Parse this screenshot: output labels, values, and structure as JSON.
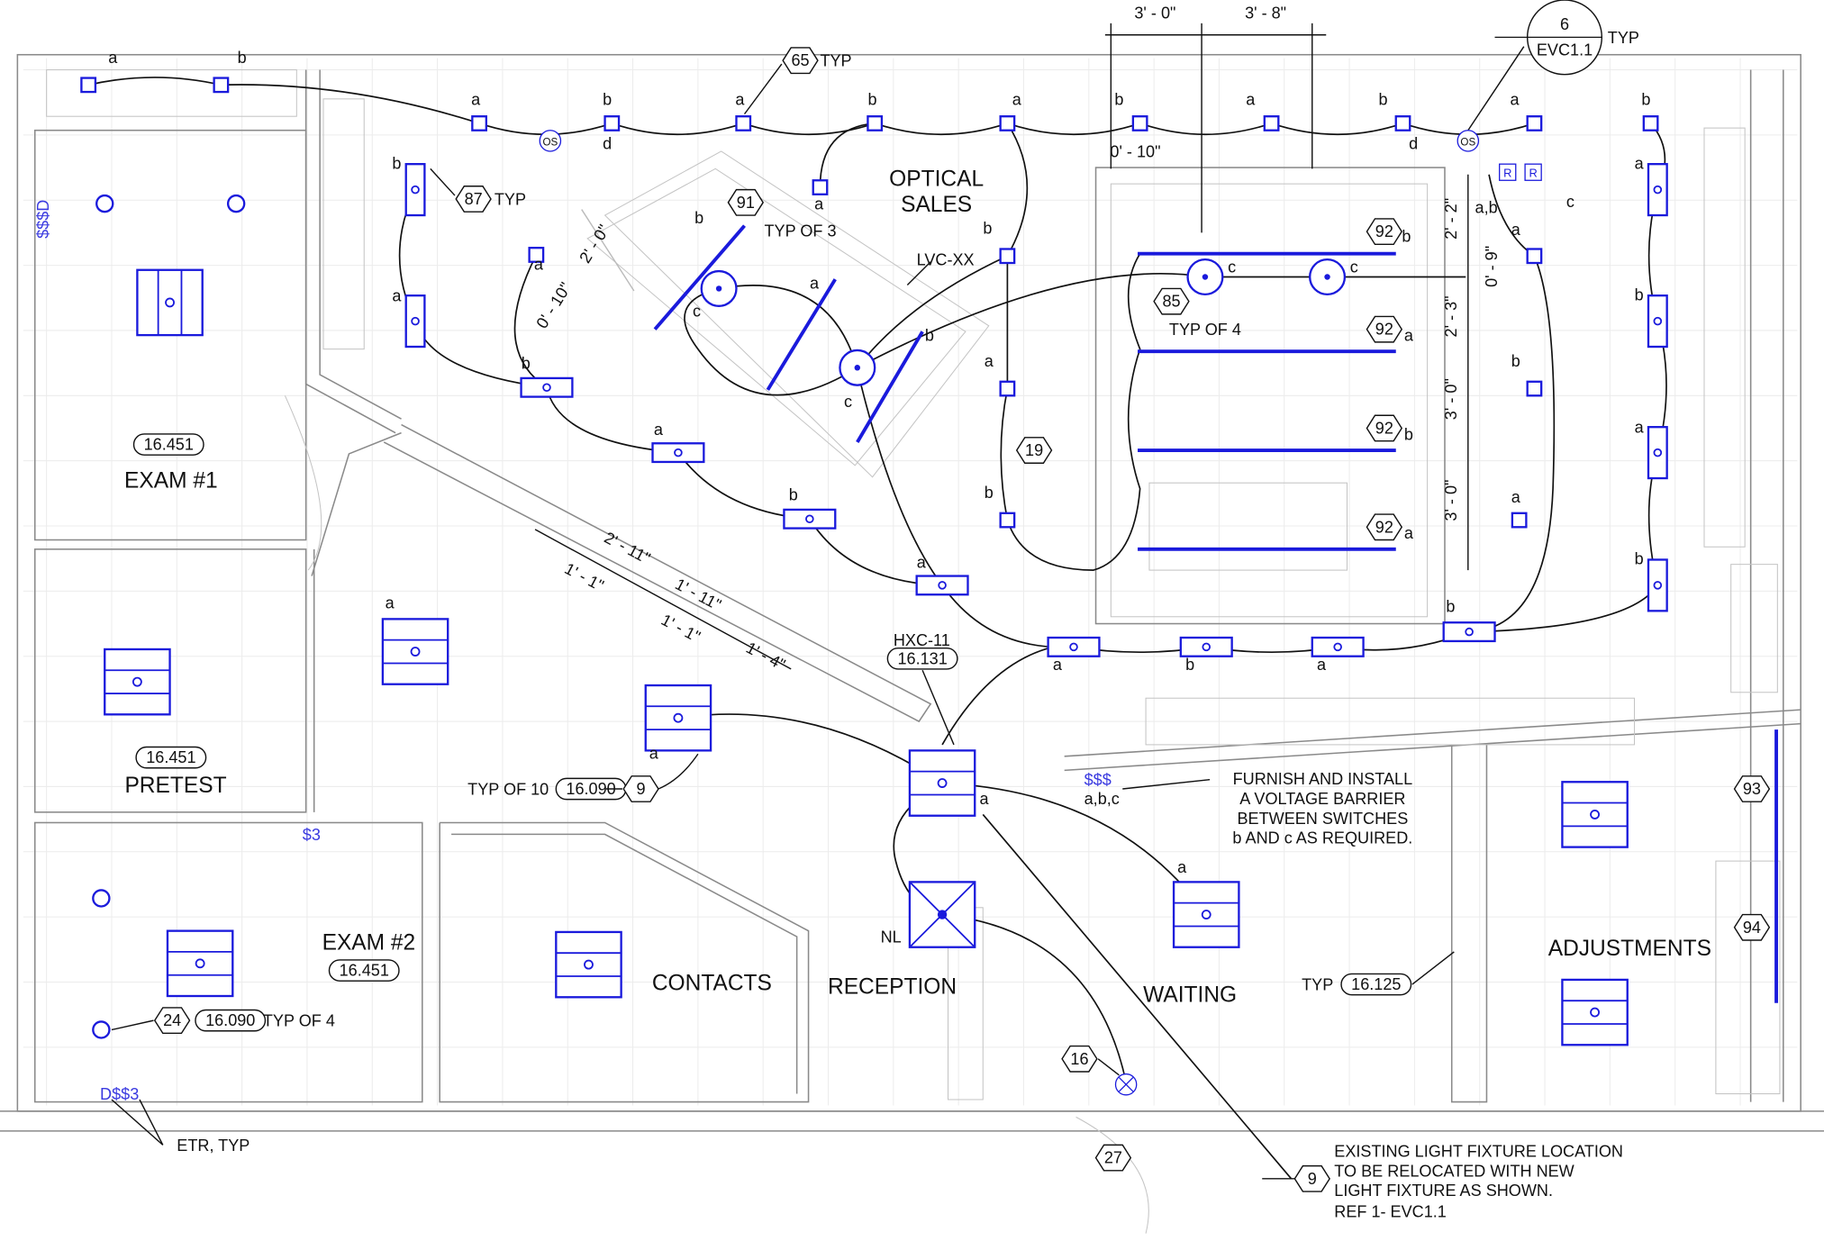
{
  "rooms": {
    "optical_sales_1": "OPTICAL",
    "optical_sales_2": "SALES",
    "exam1": "EXAM #1",
    "pretest": "PRETEST",
    "exam2": "EXAM #2",
    "contacts": "CONTACTS",
    "reception": "RECEPTION",
    "waiting": "WAITING",
    "adjustments": "ADJUSTMENTS"
  },
  "room_tags": [
    "16.451",
    "16.451",
    "16.451"
  ],
  "dimensions": [
    "3' - 0\"",
    "3' - 8\"",
    "0' - 10\"",
    "2' - 2\"",
    "0' - 9\"",
    "2' - 3\"",
    "3' - 0\"",
    "3' - 0\"",
    "0' - 10\"",
    "2' - 0\"",
    "2' - 11\"",
    "1' - 1\"",
    "1' - 11\"",
    "1' - 1\"",
    "1' - 4\""
  ],
  "keynotes": {
    "k65": "65",
    "k87": "87",
    "k91": "91",
    "k85": "85",
    "k92": [
      "92",
      "92",
      "92",
      "92"
    ],
    "k19": "19",
    "k93": "93",
    "k94": "94",
    "k9a": "9",
    "k24": "24",
    "k16": "16",
    "k27": "27",
    "k9b": "9",
    "detail_num": "6",
    "detail_sheet": "EVC1.1"
  },
  "pills": {
    "p16090a": "16.090",
    "p16131": "16.131",
    "p16125": "16.125",
    "p16090b": "16.090"
  },
  "labels": {
    "typ": "TYP",
    "typ_of_3": "TYP OF 3",
    "typ_of_4": "TYP OF 4",
    "typ_of_10": "TYP OF 10",
    "typ_of_4b": "TYP OF 4",
    "lvc": "LVC-XX",
    "hxc": "HXC-11",
    "nl": "NL",
    "etr": "ETR, TYP",
    "switches": "$$$",
    "switch_letters": "a,b,c",
    "ab": "a,b",
    "os": "OS",
    "r": "R",
    "s3": "$3",
    "s3d": "$$$D",
    "ds3": "D$$3"
  },
  "notes": {
    "voltage_barrier": [
      "FURNISH AND INSTALL",
      "A VOLTAGE BARRIER",
      "BETWEEN SWITCHES",
      "b AND c AS REQUIRED."
    ],
    "existing_fixture": [
      "EXISTING LIGHT FIXTURE LOCATION",
      "TO BE RELOCATED WITH NEW",
      "LIGHT FIXTURE AS SHOWN.",
      "REF 1- EVC1.1"
    ]
  },
  "switch_labels": [
    "a",
    "b",
    "a",
    "b",
    "a",
    "b",
    "a",
    "b",
    "a",
    "b",
    "a",
    "b",
    "d",
    "d",
    "a",
    "b",
    "a",
    "b",
    "b",
    "a",
    "c",
    "a",
    "c",
    "b",
    "c",
    "c",
    "b",
    "a",
    "b",
    "a",
    "b",
    "a",
    "a",
    "b",
    "a",
    "b",
    "b",
    "a",
    "b",
    "a",
    "c",
    "a",
    "b",
    "a",
    "b",
    "a",
    "b",
    "a",
    "a",
    "a",
    "a",
    "a"
  ],
  "colors": {
    "fixture": "#1a1adc",
    "wall": "#8a8a8a",
    "wire": "#111111"
  }
}
